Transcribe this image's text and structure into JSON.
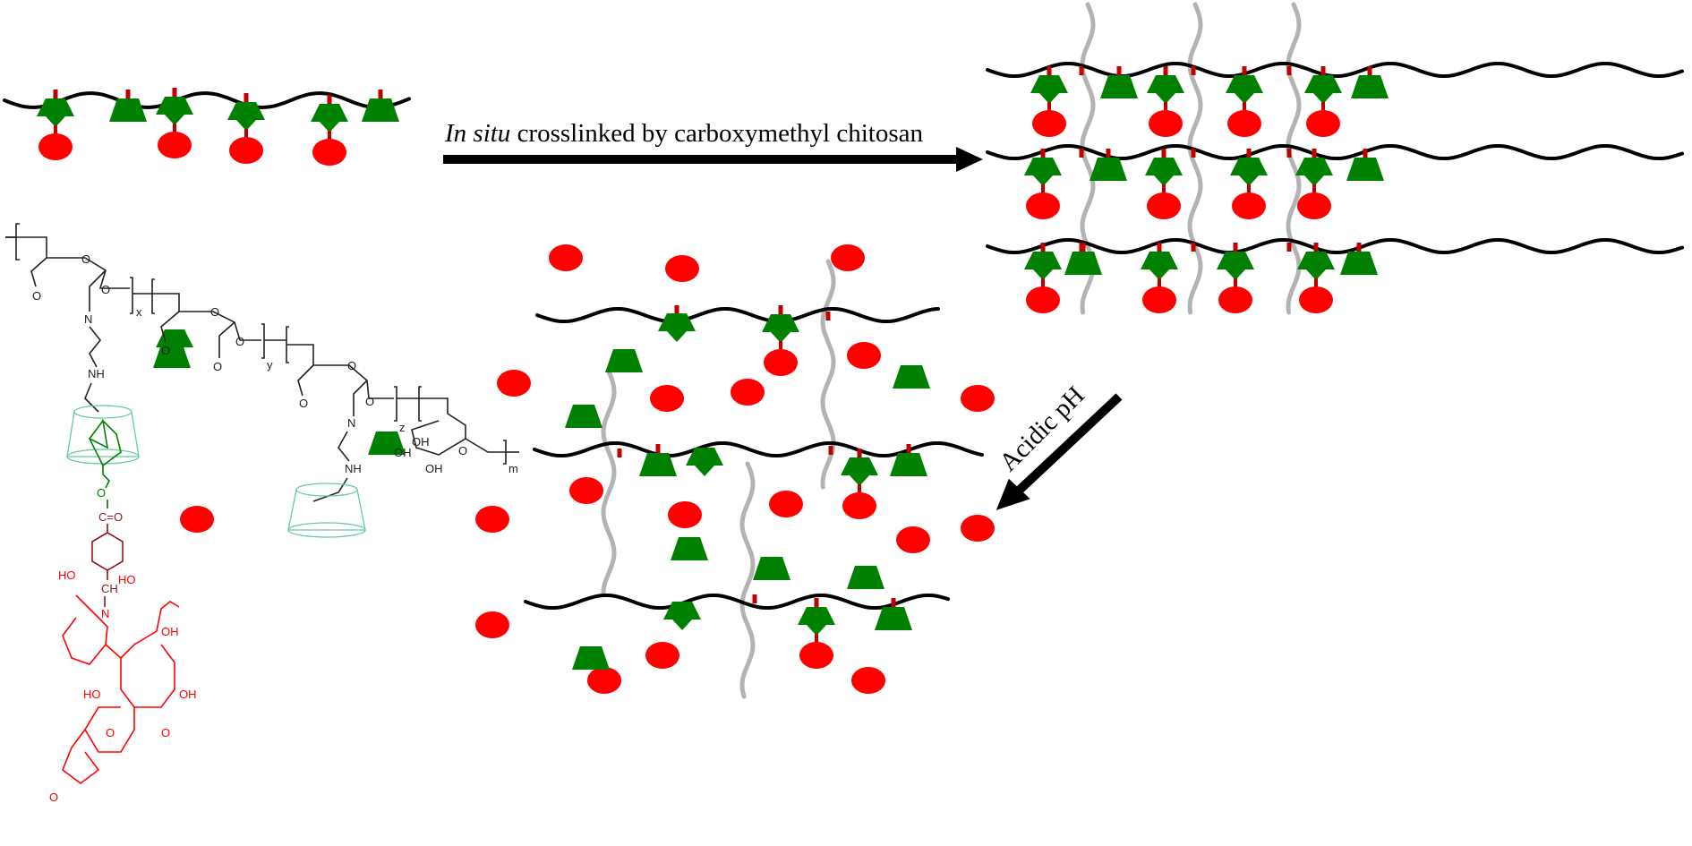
{
  "scheme": {
    "main_arrow": {
      "label_italic": "In situ",
      "label_rest": " crosslinked by carboxymethyl chitosan"
    },
    "acid_arrow": {
      "label": "Acidic pH"
    },
    "colors": {
      "drug": "#ff0000",
      "host_guest": "#008000",
      "backbone": "#000000",
      "crosslinker": "#b3b3b3",
      "linkage": "#c00000",
      "cyclodextrin": "#66cc99",
      "benzoic_linker": "#8b1a1a"
    }
  },
  "chemical_structure": {
    "subscripts": [
      "x",
      "y",
      "z",
      "m"
    ],
    "labels": {
      "O": "O",
      "N": "N",
      "NH": "NH",
      "OH": "OH",
      "HO": "HO",
      "CH": "CH",
      "CO": "C=O"
    }
  }
}
